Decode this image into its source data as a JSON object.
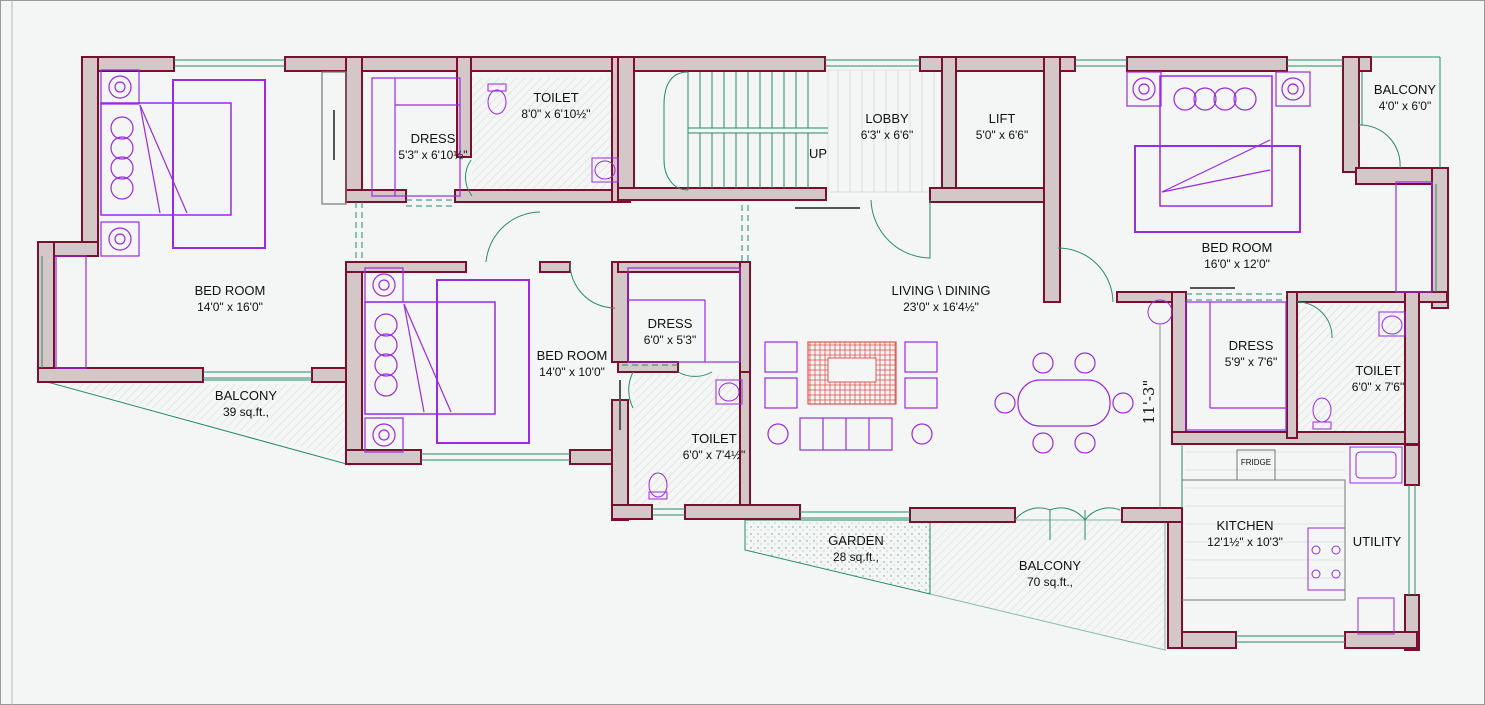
{
  "rooms": {
    "bed_left": {
      "name": "BED ROOM",
      "size": "14'0\" x 16'0\""
    },
    "balcony_left": {
      "name": "BALCONY",
      "size": "39 sq.ft.,"
    },
    "dress_top": {
      "name": "DRESS",
      "size": "5'3\" x 6'10½\""
    },
    "toilet_top": {
      "name": "TOILET",
      "size": "8'0\" x 6'10½\""
    },
    "bed_mid": {
      "name": "BED ROOM",
      "size": "14'0\" x 10'0\""
    },
    "dress_mid": {
      "name": "DRESS",
      "size": "6'0\" x 5'3\""
    },
    "toilet_mid": {
      "name": "TOILET",
      "size": "6'0\" x 7'4½\""
    },
    "lobby": {
      "name": "LOBBY",
      "size": "6'3\" x 6'6\""
    },
    "lift": {
      "name": "LIFT",
      "size": "5'0\" x 6'6\""
    },
    "living": {
      "name": "LIVING \\ DINING",
      "size": "23'0\" x 16'4½\""
    },
    "garden": {
      "name": "GARDEN",
      "size": "28 sq.ft.,"
    },
    "balcony_mid": {
      "name": "BALCONY",
      "size": "70 sq.ft.,"
    },
    "bed_right": {
      "name": "BED ROOM",
      "size": "16'0\" x 12'0\""
    },
    "balcony_right": {
      "name": "BALCONY",
      "size": "4'0\" x 6'0\""
    },
    "dress_right": {
      "name": "DRESS",
      "size": "5'9\" x 7'6\""
    },
    "toilet_right": {
      "name": "TOILET",
      "size": "6'0\" x 7'6\""
    },
    "kitchen": {
      "name": "KITCHEN",
      "size": "12'1½\" x 10'3\""
    },
    "utility": {
      "name": "UTILITY"
    }
  },
  "labels": {
    "up": "UP",
    "fridge": "FRIDGE",
    "dimension": "11'-3\""
  },
  "colors": {
    "wall_fill": "#d4c7c7",
    "wall_stroke": "#7a1030",
    "furniture": "#9a2be0",
    "rug": "#e05555",
    "balcony_line": "#2a8a6a"
  }
}
